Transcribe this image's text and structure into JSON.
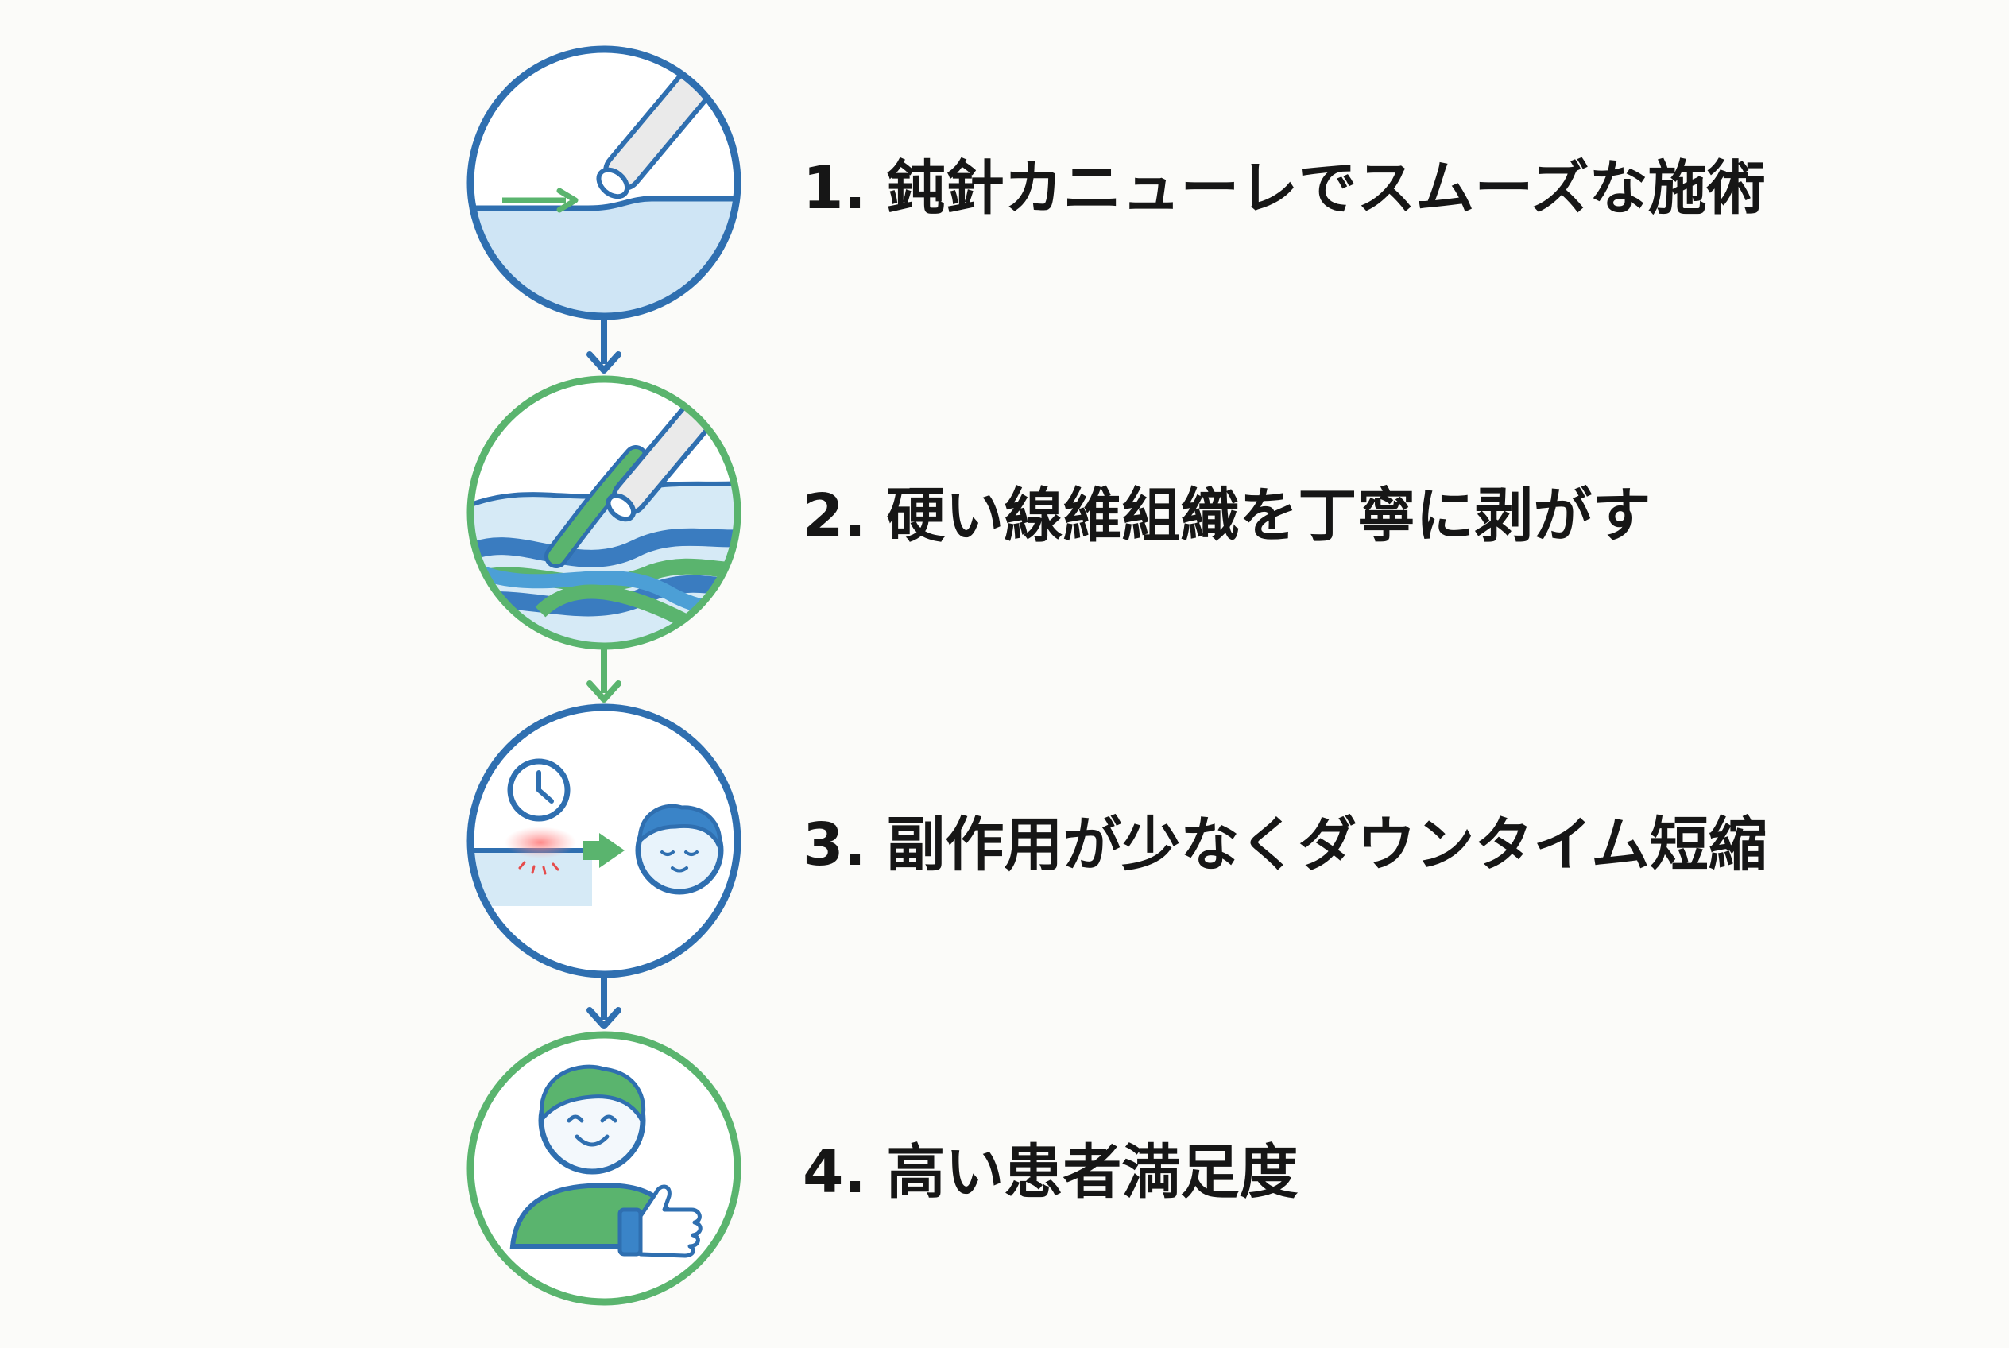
{
  "colors": {
    "background": "#fbfbf9",
    "blue": "#2f6fb0",
    "green": "#5ab46e",
    "light_blue_fill": "#cfe5f5",
    "skin": "#e8f3fb",
    "text": "#161616"
  },
  "steps": [
    {
      "number": "1.",
      "text": "鈍針カニューレでスムーズな施術",
      "ring_color": "blue",
      "icon": "blunt-cannula-icon"
    },
    {
      "number": "2.",
      "text": "硬い線維組織を丁寧に剥がす",
      "ring_color": "green",
      "icon": "fibrous-tissue-icon"
    },
    {
      "number": "3.",
      "text": "副作用が少なくダウンタイム短縮",
      "ring_color": "blue",
      "icon": "recovery-icon"
    },
    {
      "number": "4.",
      "text": "高い患者満足度",
      "ring_color": "green",
      "icon": "satisfied-patient-icon"
    }
  ]
}
